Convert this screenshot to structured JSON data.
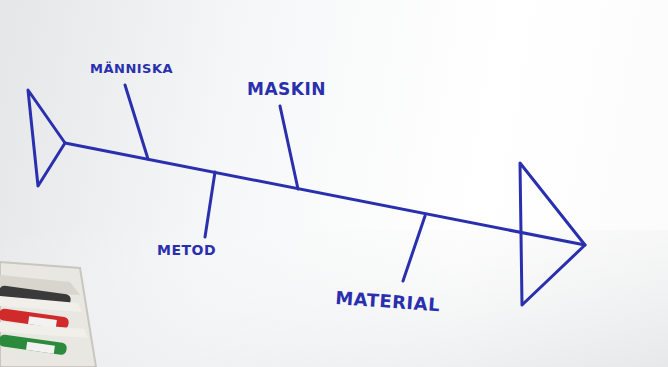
{
  "diagram": {
    "labels": [
      "MÄNNISKA",
      "MASKIN",
      "METOD",
      "MATERIAL"
    ]
  }
}
